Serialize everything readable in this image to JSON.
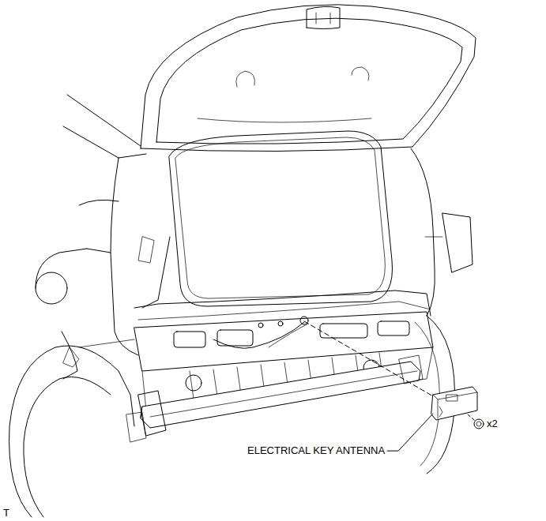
{
  "diagram": {
    "labels": [
      "ELECTRICAL KEY ANTENNA",
      "x2",
      "T"
    ]
  }
}
